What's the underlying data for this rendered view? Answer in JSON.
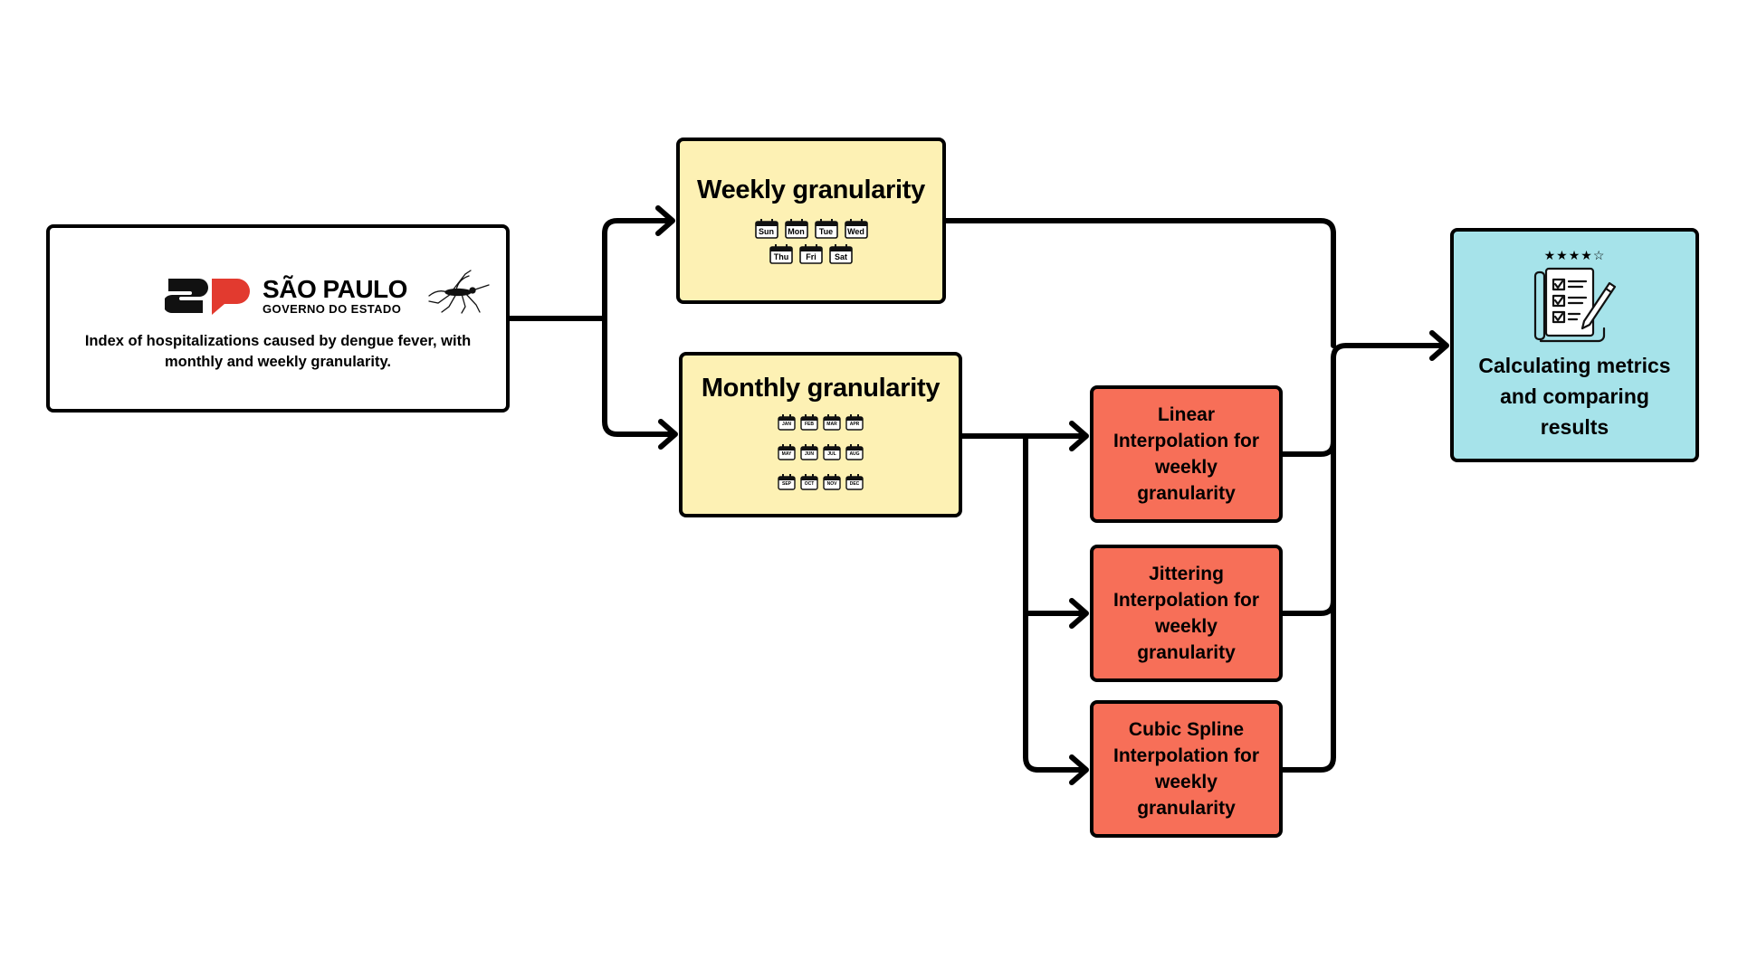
{
  "source": {
    "logo_name": "SÃO PAULO",
    "logo_subtitle": "GOVERNO DO ESTADO",
    "logo_mark": "SP",
    "icons": [
      "sao-paulo-logo",
      "mosquito-icon"
    ],
    "description": "Index of hospitalizations caused by dengue fever, with monthly and weekly granularity."
  },
  "weekly": {
    "title": "Weekly granularity",
    "days_row1": [
      "Sun",
      "Mon",
      "Tue",
      "Wed"
    ],
    "days_row2": [
      "Thu",
      "Fri",
      "Sat"
    ]
  },
  "monthly": {
    "title": "Monthly granularity",
    "months_row1": [
      "JAN",
      "FEB",
      "MAR",
      "APR"
    ],
    "months_row2": [
      "MAY",
      "JUN",
      "JUL",
      "AUG"
    ],
    "months_row3": [
      "SEP",
      "OCT",
      "NOV",
      "DEC"
    ]
  },
  "methods": [
    {
      "lines": [
        "Linear",
        "Interpolation for",
        "weekly",
        "granularity"
      ]
    },
    {
      "lines": [
        "Jittering",
        "Interpolation for",
        "weekly",
        "granularity"
      ]
    },
    {
      "lines": [
        "Cubic Spline",
        "Interpolation for",
        "weekly",
        "granularity"
      ]
    }
  ],
  "metrics": {
    "stars": "★★★★☆",
    "icon": "report-checklist-icon",
    "lines": [
      "Calculating metrics",
      "and comparing",
      "results"
    ]
  },
  "colors": {
    "granularity_fill": "#fdf1b4",
    "method_fill": "#f76f58",
    "metrics_fill": "#a6e3ea",
    "logo_red": "#e23a2f"
  }
}
